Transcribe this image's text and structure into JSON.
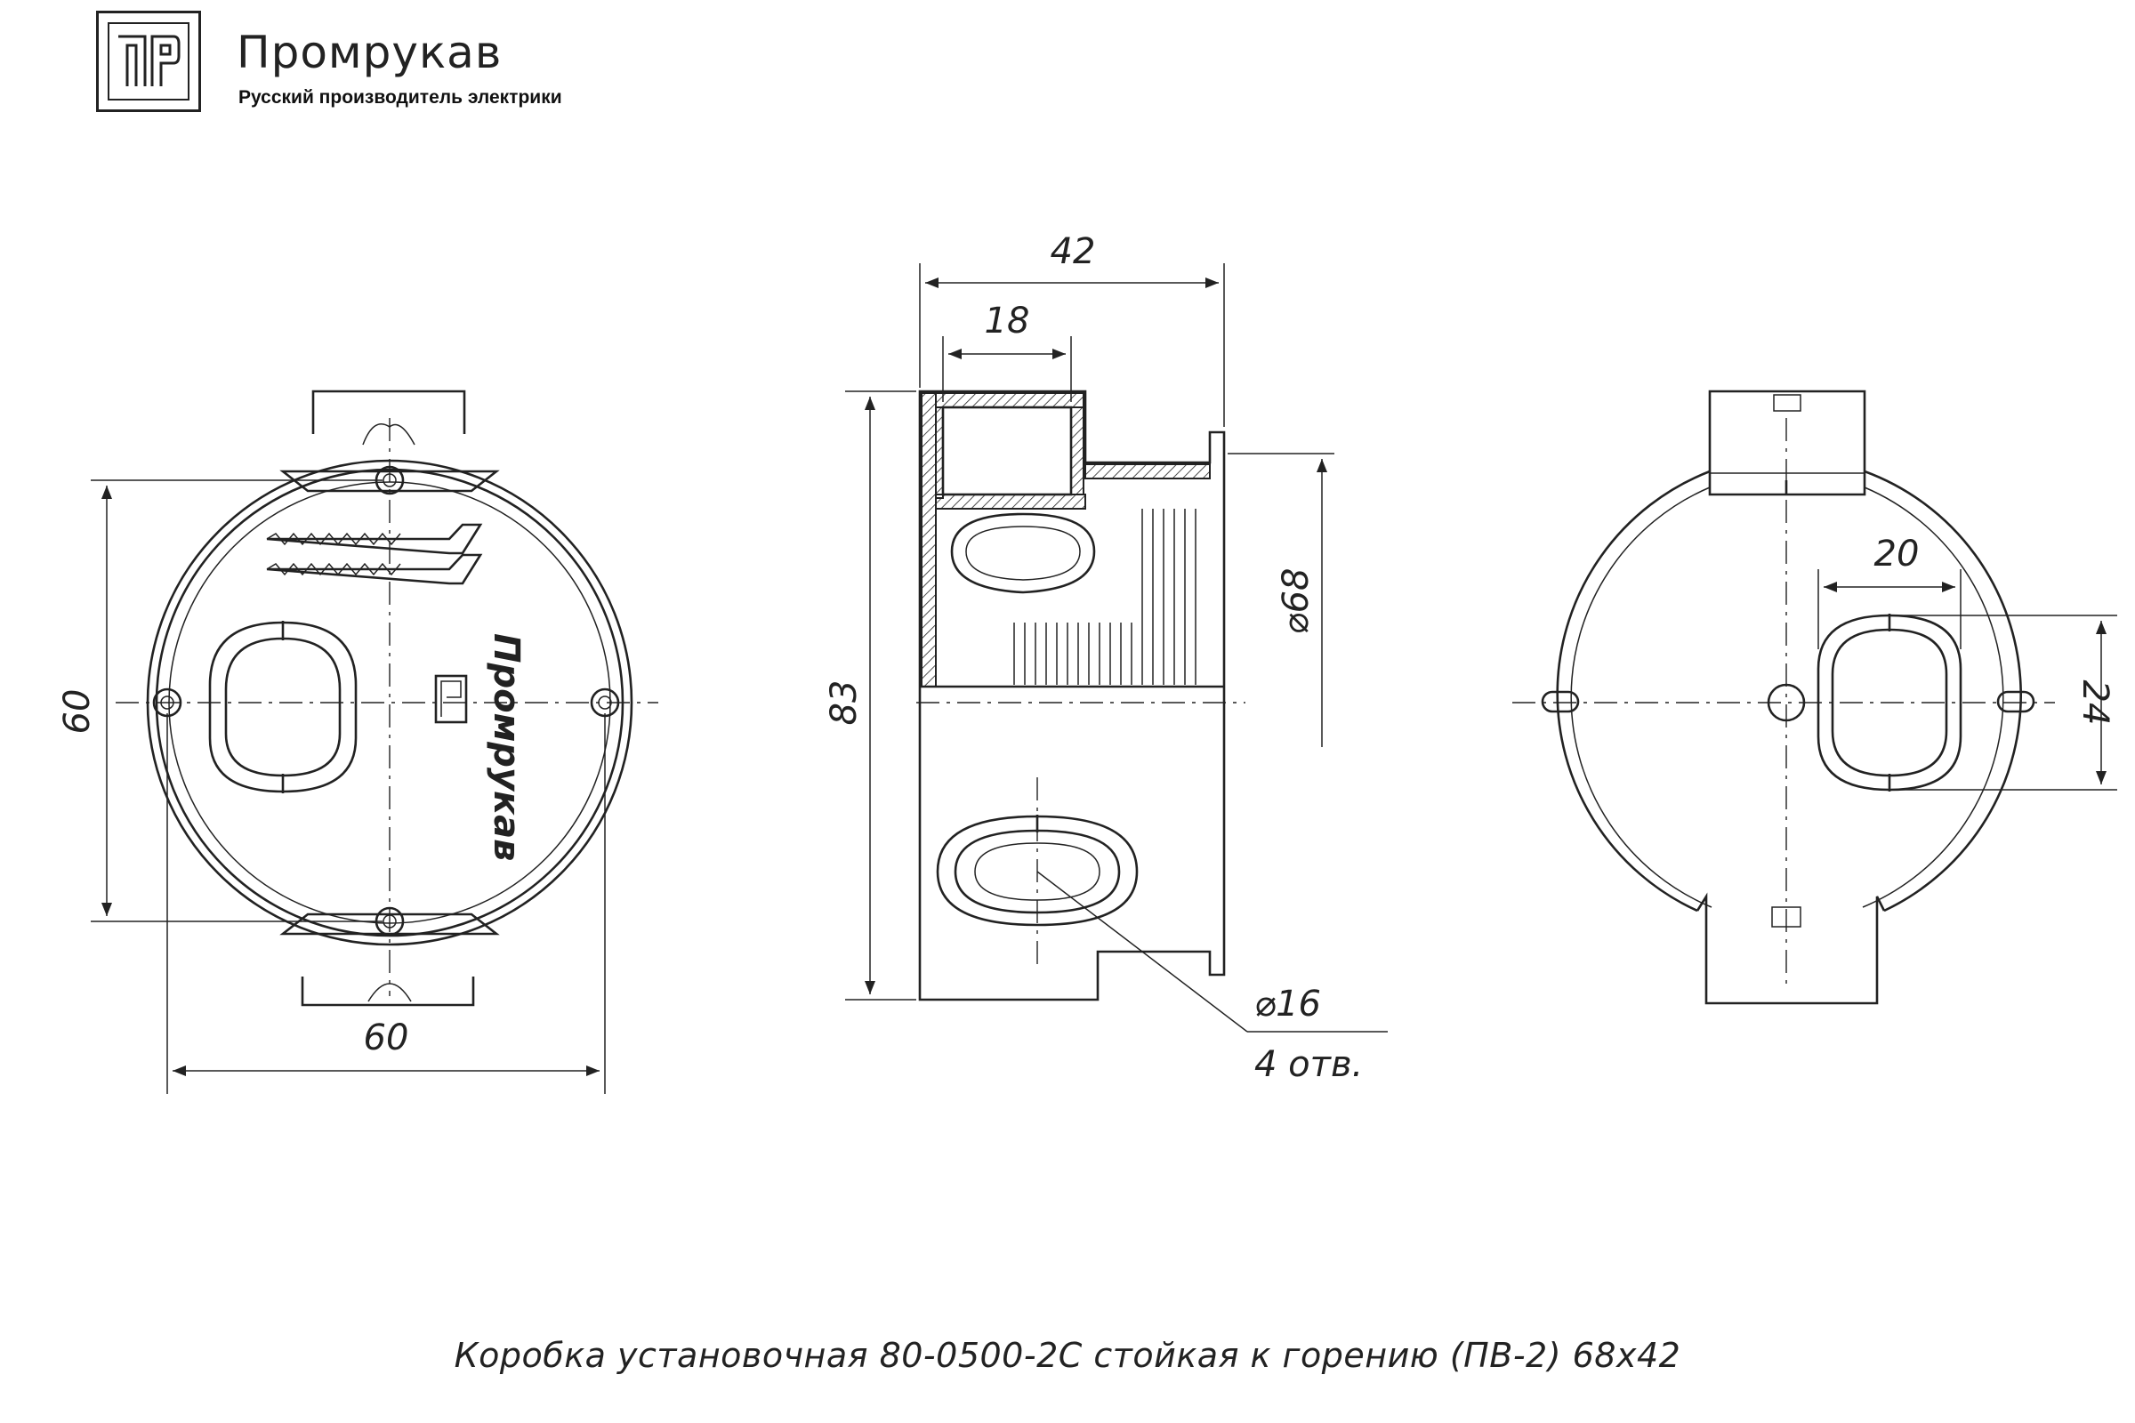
{
  "brand": {
    "name": "Промрукав",
    "tagline": "Русский производитель электрики"
  },
  "front_view": {
    "height_dim": "60",
    "width_dim": "60",
    "label": "Промрукав"
  },
  "side_view": {
    "total_depth_dim": "42",
    "rim_dim": "18",
    "height_dim": "83",
    "diameter_dim": "⌀68",
    "hole_dim": "⌀16",
    "hole_count": "4 отв."
  },
  "back_view": {
    "knockout_width_dim": "20",
    "knockout_height_dim": "24"
  },
  "caption": "Коробка установочная 80-0500-2С стойкая к горению (ПВ-2) 68x42"
}
